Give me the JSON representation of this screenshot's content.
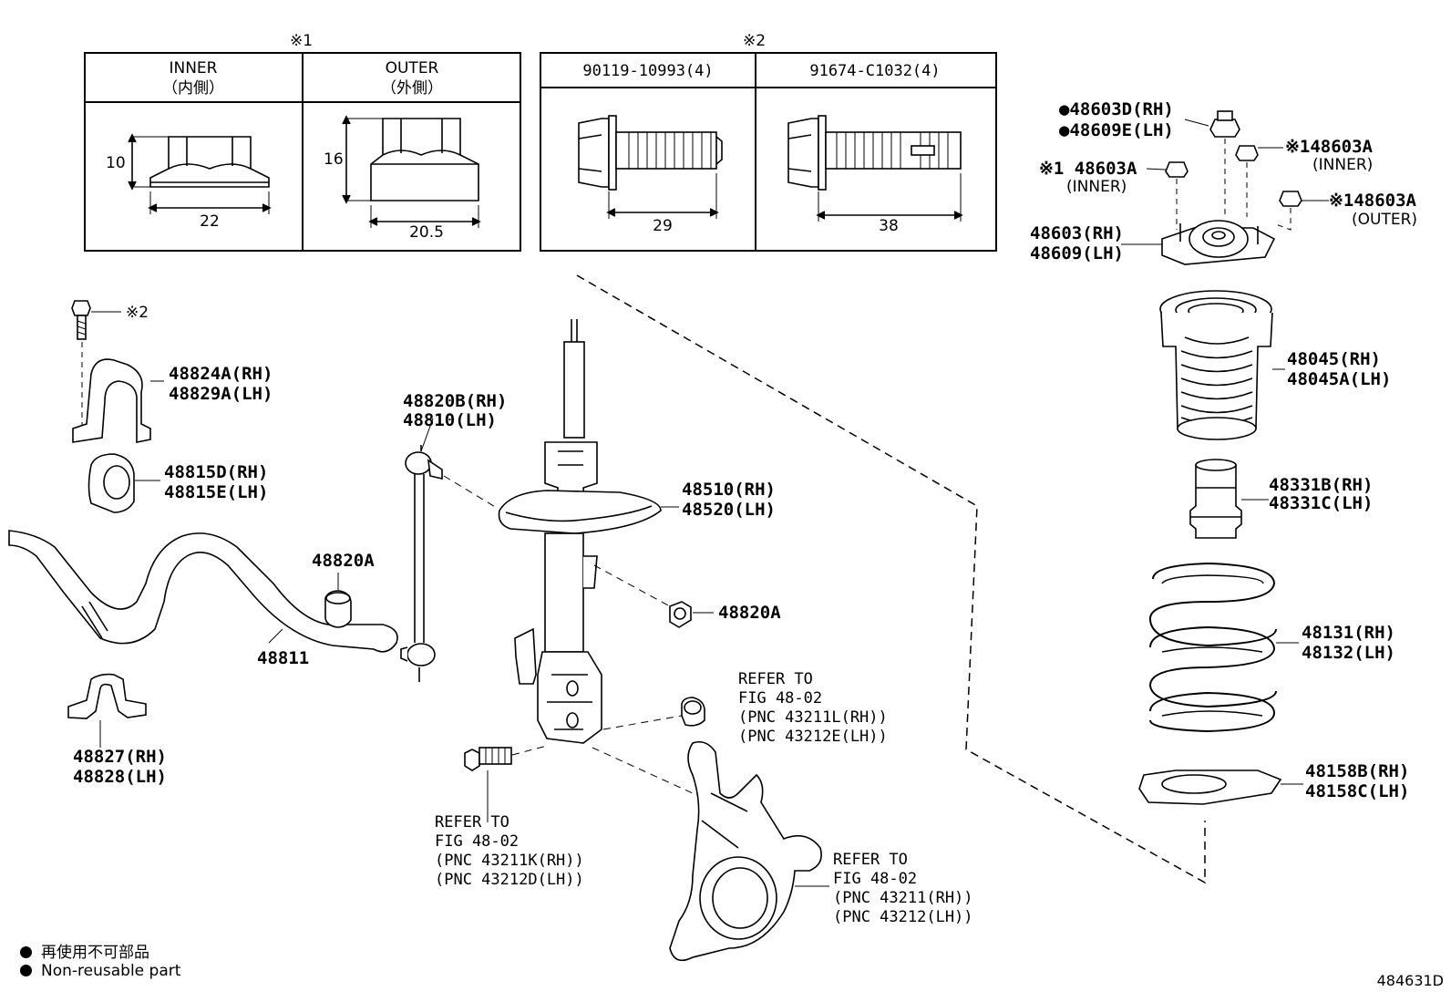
{
  "tables": {
    "left": {
      "mark": "※1",
      "cols": [
        {
          "head": "INNER",
          "sub": "（内側）",
          "h": "10",
          "w": "22"
        },
        {
          "head": "OUTER",
          "sub": "（外側）",
          "h": "16",
          "w": "20.5"
        }
      ]
    },
    "right": {
      "mark": "※2",
      "cols": [
        {
          "head": "90119-10993(4)",
          "w": "29"
        },
        {
          "head": "91674-C1032(4)",
          "w": "38"
        }
      ]
    }
  },
  "labels": {
    "l48603d": "●48603D(RH)",
    "l48609e": "●48609E(LH)",
    "l48603a_inner_r": "※148603A",
    "inner_r": "(INNER)",
    "l48603a_inner_l": "※1 48603A",
    "inner_l": "(INNER)",
    "l48603a_outer": "※148603A",
    "outer": "(OUTER)",
    "l48603": "48603(RH)",
    "l48609": "48609(LH)",
    "l48045": "48045(RH)",
    "l48045a": "48045A(LH)",
    "l48331b": "48331B(RH)",
    "l48331c": "48331C(LH)",
    "l48131": "48131(RH)",
    "l48132": "48132(LH)",
    "l48158b": "48158B(RH)",
    "l48158c": "48158C(LH)",
    "bolt_mark": "※2",
    "l48824a": "48824A(RH)",
    "l48829a": "48829A(LH)",
    "l48815d": "48815D(RH)",
    "l48815e": "48815E(LH)",
    "l48820a_top": "48820A",
    "l48811": "48811",
    "l48827": "48827(RH)",
    "l48828": "48828(LH)",
    "l48820b": "48820B(RH)",
    "l48810": "48810(LH)",
    "l48510": "48510(RH)",
    "l48520": "48520(LH)",
    "l48820a_nut": "48820A",
    "ref1_a": "REFER TO",
    "ref1_b": "FIG 48-02",
    "ref1_c": "(PNC 43211L(RH))",
    "ref1_d": "(PNC 43212E(LH))",
    "ref2_a": "REFER TO",
    "ref2_b": "FIG 48-02",
    "ref2_c": "(PNC 43211K(RH))",
    "ref2_d": "(PNC 43212D(LH))",
    "ref3_a": "REFER TO",
    "ref3_b": "FIG 48-02",
    "ref3_c": "(PNC 43211(RH))",
    "ref3_d": "(PNC 43212(LH))"
  },
  "legend": {
    "jp": "再使用不可部品",
    "en": "Non-reusable part"
  },
  "figure_id": "484631D"
}
